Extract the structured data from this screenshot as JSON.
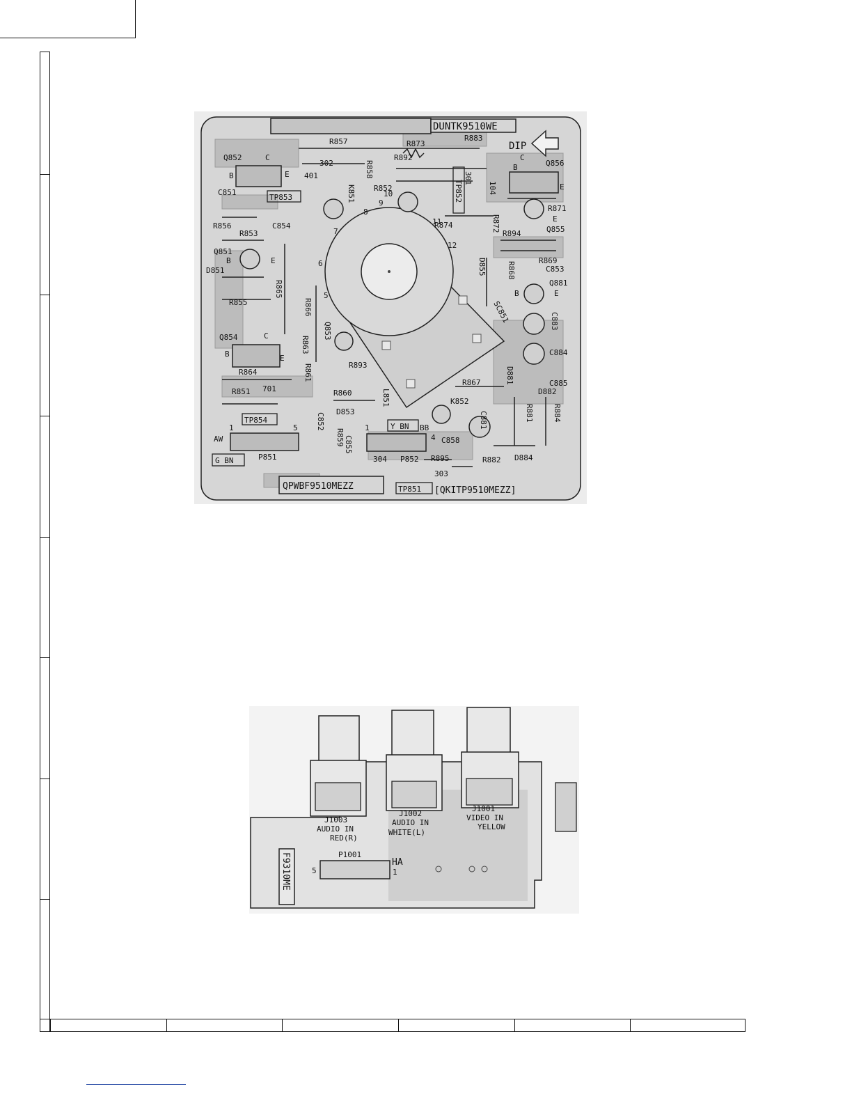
{
  "board1": {
    "part_label": "DUNTK9510WE",
    "dip_label": "DIP",
    "pwb_label": "QPWBF9510MEZZ",
    "kit_label": "[QKITP9510MEZZ]",
    "components": {
      "q852": "Q852",
      "q856": "Q856",
      "q851": "Q851",
      "q855": "Q855",
      "q853": "Q853",
      "q854": "Q854",
      "q881": "Q881",
      "r857": "R857",
      "r873": "R873",
      "r883": "R883",
      "r858": "R858",
      "r892": "R892",
      "r852": "R852",
      "r856": "R856",
      "r853": "R853",
      "r855": "R855",
      "r865": "R865",
      "r866": "R866",
      "r863": "R863",
      "r861": "R861",
      "r864": "R864",
      "r851": "R851",
      "r860": "R860",
      "r893": "R893",
      "r859": "R859",
      "r867": "R867",
      "r871": "R871",
      "r872": "R872",
      "r874": "R874",
      "r894": "R894",
      "r868": "R868",
      "r869": "R869",
      "r881": "R881",
      "r884": "R884",
      "r882": "R882",
      "r895": "R895",
      "c851": "C851",
      "c854": "C854",
      "c852": "C852",
      "c855": "C855",
      "c858": "C858",
      "c853": "C853",
      "c883": "C883",
      "c884": "C884",
      "c885": "C885",
      "c881": "C881",
      "d851": "D851",
      "d853": "D853",
      "d855": "D855",
      "d881": "D881",
      "d882": "D882",
      "d884": "D884",
      "k851": "K851",
      "k852": "K852",
      "l851": "L851",
      "sc851": "SC851",
      "tp853": "TP853",
      "tp852": "TP852",
      "tp854": "TP854",
      "tp851": "TP851",
      "p851": "P851",
      "p852": "P852",
      "j302": "302",
      "j401": "401",
      "j301": "301",
      "j104": "104",
      "j701": "701",
      "j304": "304",
      "j303": "303",
      "aw": "AW",
      "gbn": "G BN",
      "ybn": "Y BN",
      "bb": "BB",
      "pin1a": "1",
      "pin5": "5",
      "pin1b": "1",
      "pin4": "4",
      "b1": "B",
      "c1": "C",
      "e1": "E",
      "b2": "B",
      "c2": "C",
      "e2": "E",
      "b3": "B",
      "e3": "E",
      "e4": "E",
      "b5": "B",
      "e5": "E",
      "b6": "B",
      "c6": "C",
      "e6": "E",
      "b7": "B",
      "e7": "E",
      "pin_6": "6",
      "pin_7": "7",
      "pin_8": "8",
      "pin_9": "9",
      "pin_10": "10",
      "pin_11": "11",
      "pin_12": "12",
      "pin_5b": "5"
    }
  },
  "board2": {
    "j1003": "J1003",
    "j1003_l1": "AUDIO IN",
    "j1003_l2": "RED(R)",
    "j1002": "J1002",
    "j1002_l1": "AUDIO IN",
    "j1002_l2": "WHITE(L)",
    "j1001": "J1001",
    "j1001_l1": "VIDEO IN",
    "j1001_l2": "YELLOW",
    "p1001": "P1001",
    "ha": "HA",
    "pin5": "5",
    "pin1": "1",
    "part_label": "F9310ME"
  },
  "colors": {
    "board_bg": "#d9d9d9",
    "board_light": "#ececec",
    "ink": "#111111"
  }
}
